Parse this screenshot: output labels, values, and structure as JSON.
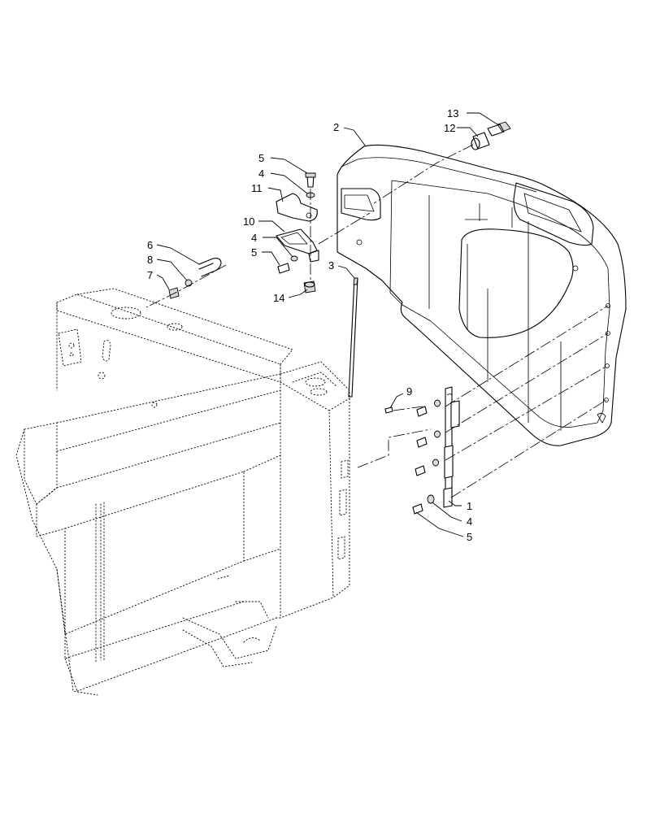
{
  "callouts": [
    {
      "id": "c1",
      "label": "1"
    },
    {
      "id": "c2",
      "label": "2"
    },
    {
      "id": "c3",
      "label": "3"
    },
    {
      "id": "c4a",
      "label": "4"
    },
    {
      "id": "c4b",
      "label": "4"
    },
    {
      "id": "c4c",
      "label": "4"
    },
    {
      "id": "c5a",
      "label": "5"
    },
    {
      "id": "c5b",
      "label": "5"
    },
    {
      "id": "c5c",
      "label": "5"
    },
    {
      "id": "c6",
      "label": "6"
    },
    {
      "id": "c7",
      "label": "7"
    },
    {
      "id": "c8",
      "label": "8"
    },
    {
      "id": "c9",
      "label": "9"
    },
    {
      "id": "c10",
      "label": "10"
    },
    {
      "id": "c11",
      "label": "11"
    },
    {
      "id": "c12",
      "label": "12"
    },
    {
      "id": "c13",
      "label": "13"
    },
    {
      "id": "c14",
      "label": "14"
    }
  ],
  "parts": {
    "frame": "radiator-frame",
    "panel": "side-panel",
    "hinge": "hinge-assembly"
  }
}
